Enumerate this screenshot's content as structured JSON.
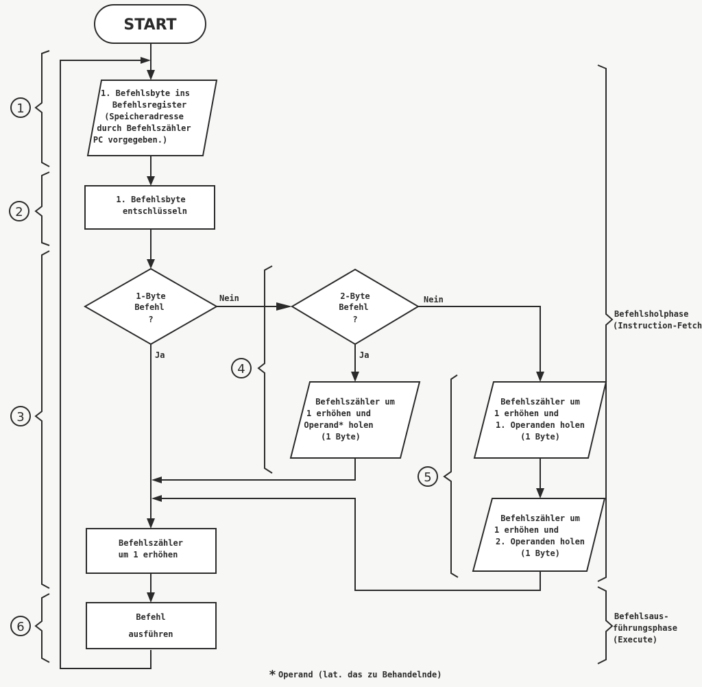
{
  "diagram": {
    "start": "START",
    "step_fetch": [
      "1. Befehlsbyte ins",
      "Befehlsregister",
      "(Speicheradresse",
      "durch Befehlszähler",
      "PC vorgegeben.)"
    ],
    "step_decode": [
      "1. Befehlsbyte",
      "entschlüsseln"
    ],
    "decision_1byte": [
      "1-Byte",
      "Befehl",
      "?"
    ],
    "decision_2byte": [
      "2-Byte",
      "Befehl",
      "?"
    ],
    "label_nein_1": "Nein",
    "label_ja_1": "Ja",
    "label_nein_2": "Nein",
    "label_ja_2": "Ja",
    "step_operand": [
      "Befehlszähler um",
      "1 erhöhen und",
      "Operand* holen",
      "(1 Byte)"
    ],
    "step_operand1": [
      "Befehlszähler um",
      "1 erhöhen und",
      "1. Operanden holen",
      "(1 Byte)"
    ],
    "step_operand2": [
      "Befehlszähler um",
      "1 erhöhen und",
      "2. Operanden holen",
      "(1 Byte)"
    ],
    "step_increment": [
      "Befehlszähler",
      "um 1 erhöhen"
    ],
    "step_execute": [
      "Befehl",
      "ausführen"
    ],
    "phase_numbers": [
      "1",
      "2",
      "3",
      "4",
      "5",
      "6"
    ],
    "phase_fetch": [
      "Befehlsholphase",
      "(Instruction-Fetch)"
    ],
    "phase_execute": [
      "Befehlsaus-",
      "führungsphase",
      "(Execute)"
    ],
    "footnote_mark": "*",
    "footnote": "Operand (lat. das zu Behandelnde)"
  }
}
